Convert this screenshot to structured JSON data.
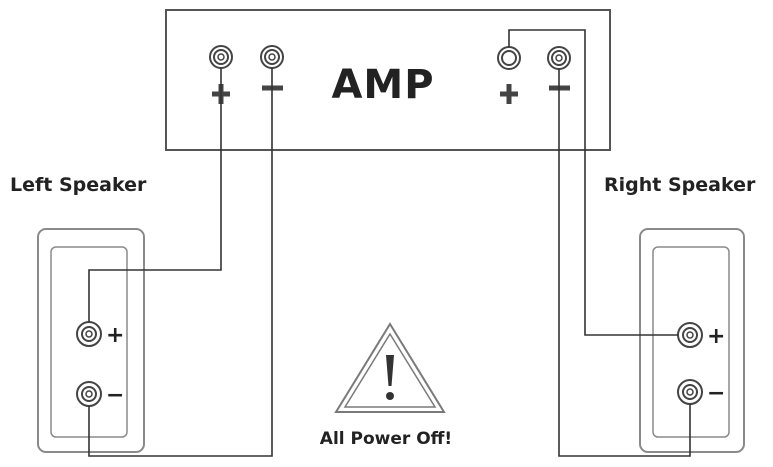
{
  "amp": {
    "title": "AMP"
  },
  "left_speaker": {
    "title": "Left Speaker",
    "plus_sign": "+",
    "minus_sign": "−"
  },
  "right_speaker": {
    "title": "Right Speaker",
    "plus_sign": "+",
    "minus_sign": "−"
  },
  "warning": {
    "text": "All Power Off!",
    "icon": "warning-triangle-icon"
  },
  "colors": {
    "line": "#333333",
    "box": "#555555",
    "speaker_outer": "#8a8a8a",
    "triangle": "#7a7a7a"
  }
}
